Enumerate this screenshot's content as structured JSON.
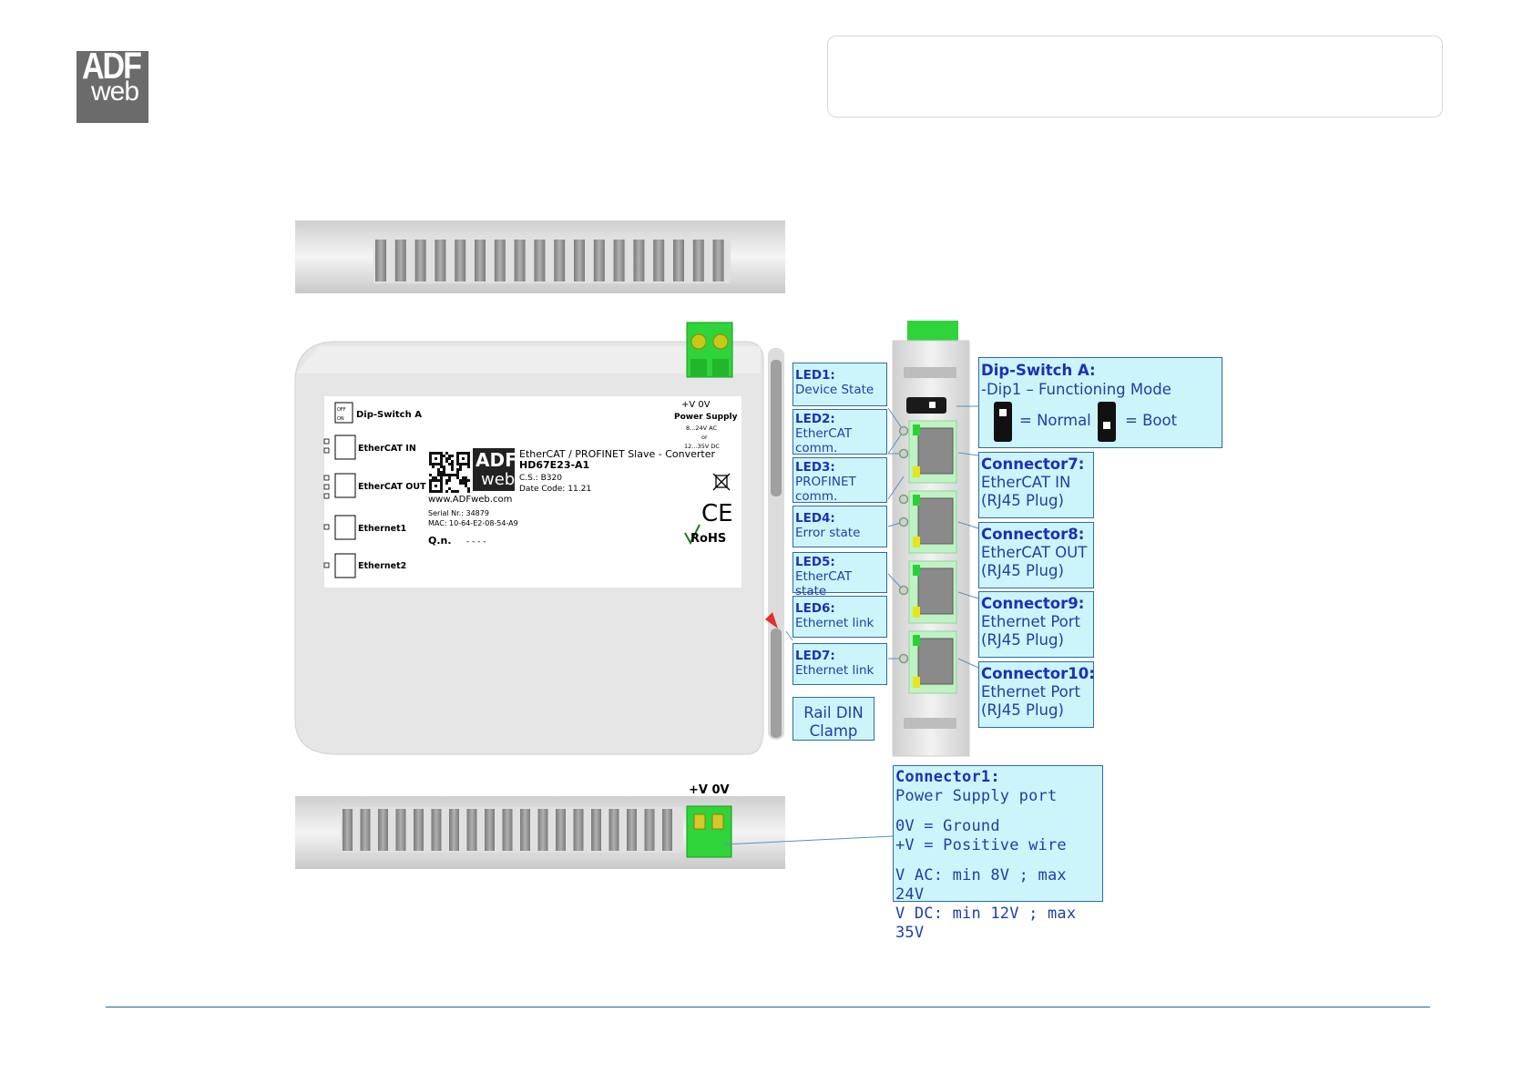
{
  "logo": {
    "line1": "ADF",
    "line2": "web"
  },
  "device": {
    "tag_supply_top": "+V   0V",
    "tag_supply_bottom": "+V 0V",
    "label": {
      "dip_switch": "Dip-Switch A",
      "ethercat_in": "EtherCAT IN",
      "ethercat_out": "EtherCAT OUT",
      "ethernet1": "Ethernet1",
      "ethernet2": "Ethernet2",
      "power_v": "+V   0V",
      "power_title": "Power Supply",
      "power_ac": "8...24V AC",
      "power_or": "or",
      "power_dc": "12...35V DC",
      "product_desc": "EtherCAT / PROFINET Slave - Converter",
      "model": "HD67E23-A1",
      "cs": "C.S.: B320",
      "date_code": "Date Code: 11.21",
      "website": "www.ADFweb.com",
      "serial": "Serial Nr.: 34879",
      "mac": "MAC: 10-64-E2-08-54-A9",
      "qn": "Q.n.",
      "qn_value": "- - - -",
      "rohs": "RoHS",
      "ce": "CE",
      "off": "OFF",
      "on": "ON"
    }
  },
  "callouts": {
    "led1": {
      "title": "LED1:",
      "desc": "Device State"
    },
    "led2": {
      "title": "LED2:",
      "desc1": "EtherCAT",
      "desc2": "comm."
    },
    "led3": {
      "title": "LED3:",
      "desc1": "PROFINET",
      "desc2": "comm."
    },
    "led4": {
      "title": "LED4:",
      "desc": "Error state"
    },
    "led5": {
      "title": "LED5:",
      "desc": "EtherCAT state"
    },
    "led6": {
      "title": "LED6:",
      "desc": "Ethernet link"
    },
    "led7": {
      "title": "LED7:",
      "desc": "Ethernet link"
    },
    "rail": {
      "line1": "Rail DIN",
      "line2": "Clamp"
    },
    "dip": {
      "title": "Dip-Switch A:",
      "desc": "-Dip1 – Functioning Mode",
      "normal": "= Normal",
      "boot": "= Boot"
    },
    "conn7": {
      "title": "Connector7:",
      "line1": "EtherCAT IN",
      "line2": "(RJ45 Plug)"
    },
    "conn8": {
      "title": "Connector8:",
      "line1": "EtherCAT OUT",
      "line2": "(RJ45 Plug)"
    },
    "conn9": {
      "title": "Connector9:",
      "line1": "Ethernet Port",
      "line2": "(RJ45 Plug)"
    },
    "conn10": {
      "title": "Connector10:",
      "line1": "Ethernet Port",
      "line2": "(RJ45 Plug)"
    },
    "conn1": {
      "title": "Connector1:",
      "subtitle": "Power Supply port",
      "ground": "0V = Ground",
      "positive": "+V = Positive wire",
      "vac": "V AC: min 8V ; max 24V",
      "vdc": "V DC: min 12V ; max 35V"
    }
  },
  "colors": {
    "callout_fill": "#ccf5fb",
    "callout_border": "#2c6aa8",
    "callout_text": "#1f3fa6",
    "connector_green": "#2fd33a",
    "housing": "#e8e8e8",
    "rule": "#2d5f8e"
  }
}
